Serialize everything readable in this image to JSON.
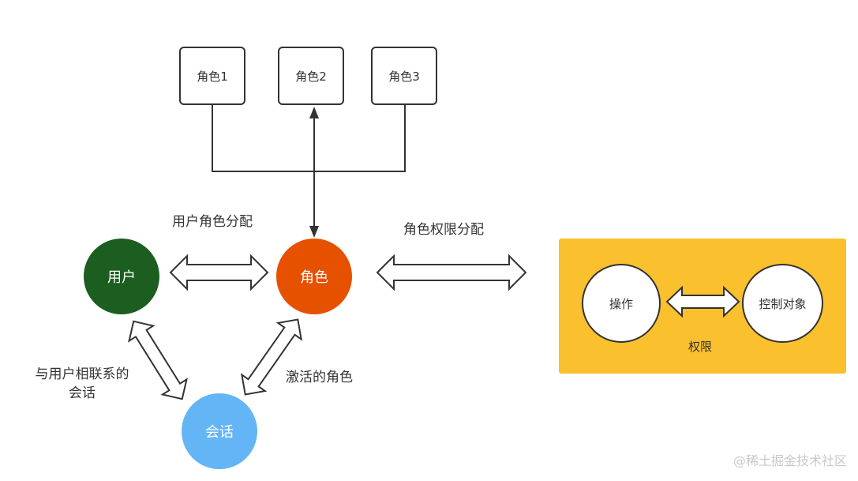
{
  "colors": {
    "user": "#1b5e20",
    "role": "#e65100",
    "session": "#64b5f6",
    "permission_panel": "#fbc02d",
    "stroke": "#333333"
  },
  "roles": [
    {
      "label": "角色1"
    },
    {
      "label": "角色2"
    },
    {
      "label": "角色3"
    }
  ],
  "nodes": {
    "user": "用户",
    "role": "角色",
    "session": "会话"
  },
  "edges": {
    "user_role_assignment": "用户角色分配",
    "role_permission_assignment": "角色权限分配",
    "user_session": [
      "与用户相联系的",
      "会话"
    ],
    "session_active_roles": "激活的角色"
  },
  "permission": {
    "operation": "操作",
    "control_object": "控制对象",
    "label": "权限"
  },
  "watermark": "@稀土掘金技术社区"
}
